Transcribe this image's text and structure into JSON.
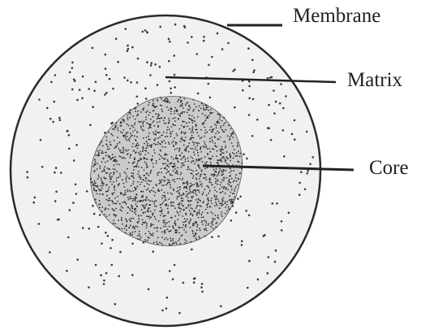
{
  "labels": {
    "membrane": "Membrane",
    "matrix": "Matrix",
    "core": "Core"
  },
  "colors": {
    "ink": "#222222",
    "outline": "#2a2a2a",
    "cell_fill": "#f1f1f1",
    "core_fill": "#c9c9c9",
    "dot": "#3a3a3a"
  }
}
